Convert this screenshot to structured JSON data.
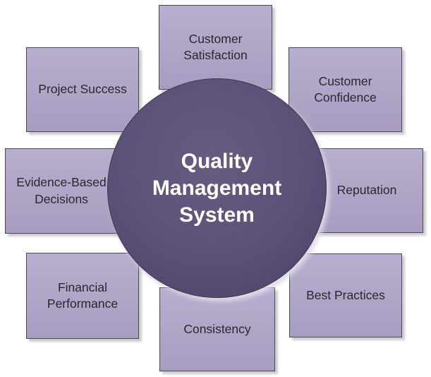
{
  "diagram": {
    "type": "hub-and-spoke",
    "center": {
      "label": "Quality Management System"
    },
    "nodes": [
      {
        "id": "customer-satisfaction",
        "label": "Customer Satisfaction",
        "position": "top"
      },
      {
        "id": "customer-confidence",
        "label": "Customer Confidence",
        "position": "top-right"
      },
      {
        "id": "reputation",
        "label": "Reputation",
        "position": "right"
      },
      {
        "id": "best-practices",
        "label": "Best Practices",
        "position": "bottom-right"
      },
      {
        "id": "consistency",
        "label": "Consistency",
        "position": "bottom"
      },
      {
        "id": "financial-performance",
        "label": "Financial Performance",
        "position": "bottom-left"
      },
      {
        "id": "evidence-based-decisions",
        "label": "Evidence-Based Decisions",
        "position": "left"
      },
      {
        "id": "project-success",
        "label": "Project Success",
        "position": "top-left"
      }
    ],
    "colors": {
      "box_top": "#b9aecf",
      "box_bottom": "#a89cc0",
      "box_border": "#4c4754",
      "box_text": "#2a2730",
      "circle_inner": "#675c80",
      "circle_mid": "#5b5076",
      "circle_outer": "#4b4164",
      "circle_border": "#3d384f",
      "circle_text": "#ffffff",
      "background": "#ffffff"
    }
  }
}
